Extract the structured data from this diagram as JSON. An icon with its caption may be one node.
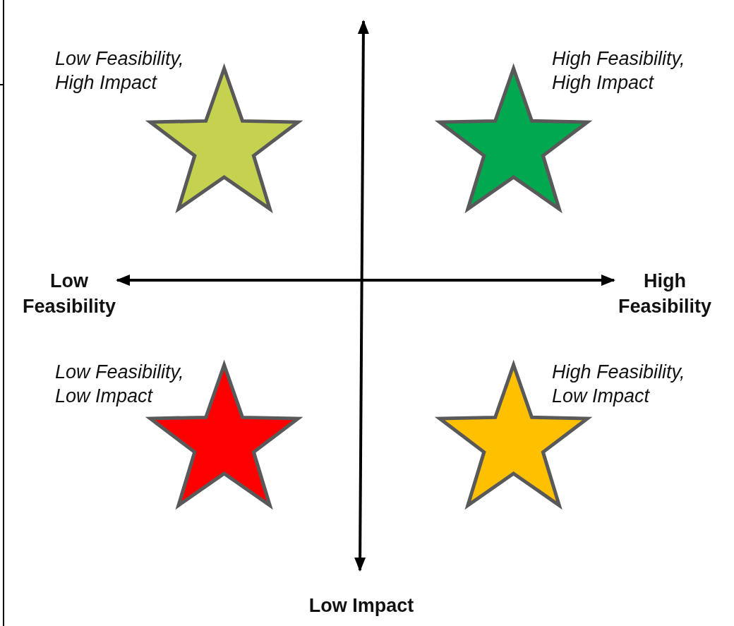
{
  "diagram": {
    "nodes": [
      {
        "text": [],
        "shape": "star",
        "beside": [
          "Low Feasibility, High Impact"
        ]
      },
      {
        "text": [],
        "shape": "star",
        "beside": [
          "High Feasibility, High Impact"
        ]
      },
      {
        "text": [],
        "shape": "star",
        "beside": [
          "Low Feasibility, Low Impact"
        ]
      },
      {
        "text": [],
        "shape": "star",
        "beside": [
          "High Feasibility, Low Impact"
        ]
      }
    ],
    "edges": [],
    "labels": [
      "Low Feasibility",
      "High Feasibility",
      "Low Impact"
    ]
  }
}
